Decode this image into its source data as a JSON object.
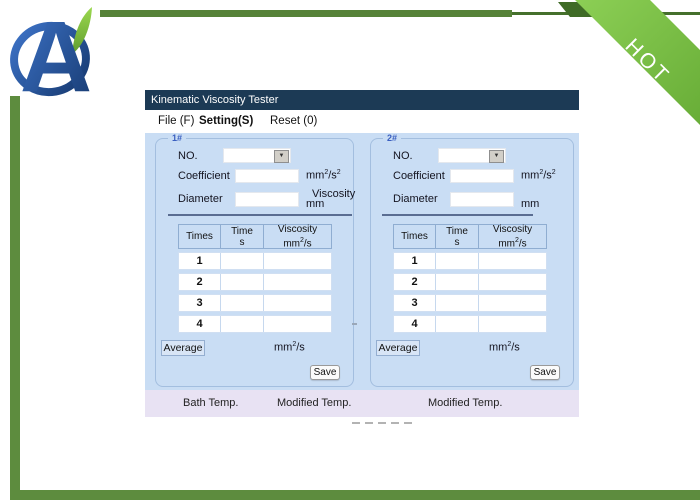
{
  "badge": {
    "hot": "HOT"
  },
  "logo": {
    "letter": "A"
  },
  "window": {
    "title": "Kinematic Viscosity Tester",
    "menu": {
      "file": "File (F)",
      "setting": "Setting(S)",
      "reset": "Reset (0)"
    },
    "footer": {
      "bath_temp": "Bath Temp.",
      "modified_temp_left": "Modified Temp.",
      "modified_temp_right": "Modified Temp."
    }
  },
  "units": {
    "mm": "mm",
    "sup2": "2",
    "per_s": "/s"
  },
  "panels": [
    {
      "legend": "1#",
      "no_label": "NO.",
      "coefficient_label": "Coefficient",
      "diameter_label": "Diameter",
      "viscosity_label": "Viscosity",
      "average_button": "Average",
      "save_button": "Save",
      "table": {
        "col_times": "Times",
        "col_time": "Time",
        "col_time_unit": "s",
        "col_viscosity": "Viscosity",
        "rows": [
          "1",
          "2",
          "3",
          "4"
        ]
      }
    },
    {
      "legend": "2#",
      "no_label": "NO.",
      "coefficient_label": "Coefficient",
      "diameter_label": "Diameter",
      "average_button": "Average",
      "save_button": "Save",
      "table": {
        "col_times": "Times",
        "col_time": "Time",
        "col_time_unit": "s",
        "col_viscosity": "Viscosity",
        "rows": [
          "1",
          "2",
          "3",
          "4"
        ]
      }
    }
  ],
  "colors": {
    "accent_green": "#5d8c3e",
    "ribbon_green": "#7cc24a",
    "titlebar_navy": "#1c3a55",
    "body_blue": "#c9ddf4",
    "footer_lavender": "#e8e2f3"
  }
}
